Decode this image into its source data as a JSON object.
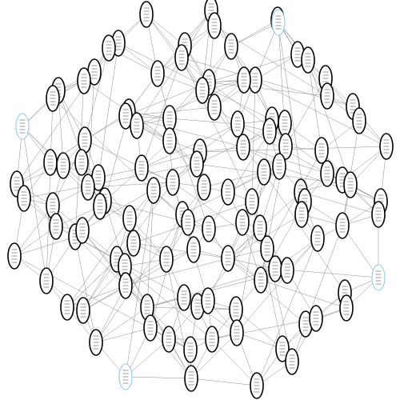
{
  "chart_data": {
    "type": "network",
    "directed": false,
    "layout": "force-directed",
    "node_shape": "ellipse",
    "node_count": 110,
    "colors": {
      "background": "#ffffff",
      "edge": "#8c8c8c",
      "node_outline": "#000000",
      "node_outline_highlight": "#8ecbe6",
      "node_fill": "#ffffff"
    },
    "highlighted_node_count": 4,
    "labels_legible": false
  }
}
